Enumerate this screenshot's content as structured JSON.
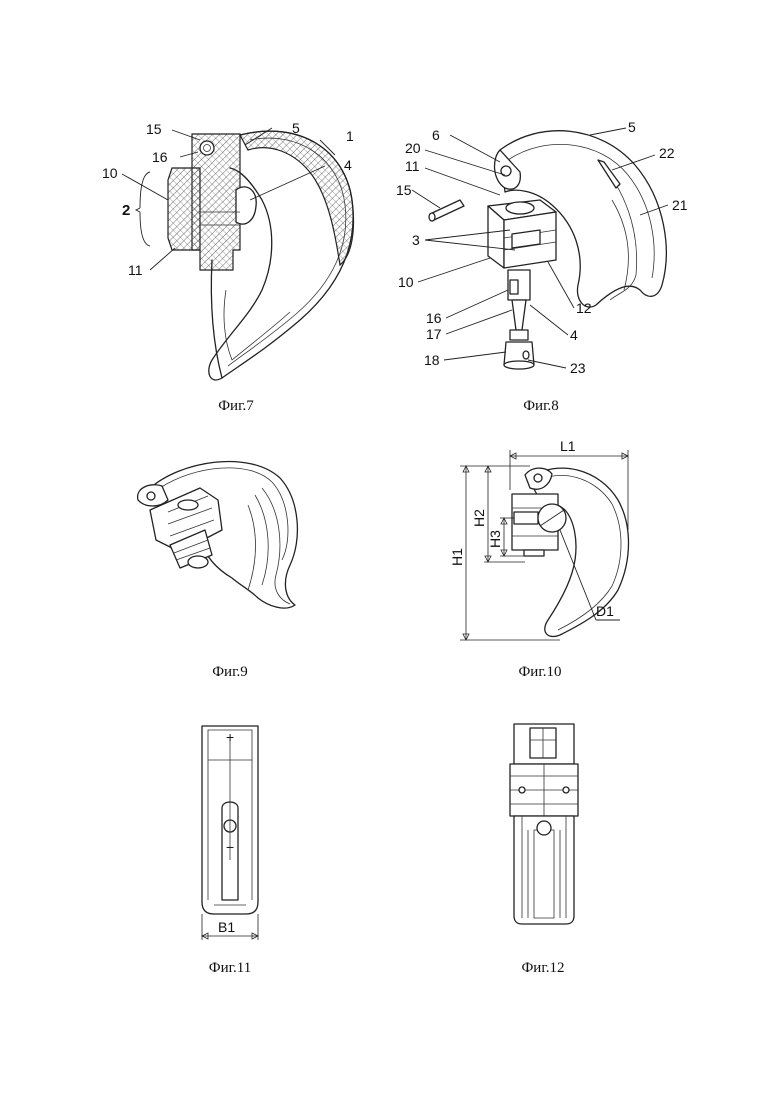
{
  "figures": {
    "fig7": {
      "caption": "Фиг.7",
      "labels": {
        "l15": "15",
        "l5": "5",
        "l1": "1",
        "l16": "16",
        "l4": "4",
        "l10": "10",
        "l2": "2",
        "l11": "11"
      }
    },
    "fig8": {
      "caption": "Фиг.8",
      "labels": {
        "l6": "6",
        "l5": "5",
        "l20": "20",
        "l11": "11",
        "l22": "22",
        "l15": "15",
        "l21": "21",
        "l3": "3",
        "l10": "10",
        "l12": "12",
        "l16": "16",
        "l17": "17",
        "l4": "4",
        "l18": "18",
        "l23": "23"
      }
    },
    "fig9": {
      "caption": "Фиг.9"
    },
    "fig10": {
      "caption": "Фиг.10",
      "dimensions": {
        "L1": "L1",
        "H1": "H1",
        "H2": "H2",
        "H3": "H3",
        "D1": "D1"
      }
    },
    "fig11": {
      "caption": "Фиг.11",
      "dimensions": {
        "B1": "B1"
      },
      "marks": {
        "plus": "+",
        "minus": "−"
      }
    },
    "fig12": {
      "caption": "Фиг.12"
    }
  }
}
